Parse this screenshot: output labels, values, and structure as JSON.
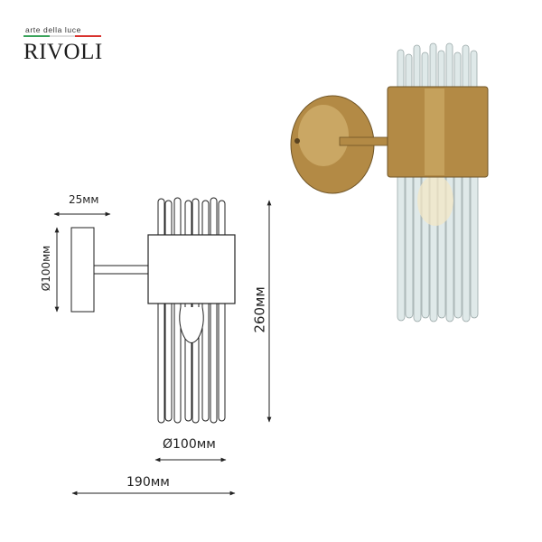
{
  "brand": {
    "tagline": "arte della luce",
    "name": "RIVOLI",
    "flag_colors": [
      "#3aa35b",
      "#dddddd",
      "#d8322e"
    ]
  },
  "dimensions": {
    "base_depth": "25мм",
    "base_diameter": "Ø100мм",
    "height": "260мм",
    "shade_diameter": "Ø100мм",
    "total_depth": "190мм"
  },
  "product": {
    "finish_color": "#b38a45",
    "glass_color": "#dfe9e9"
  }
}
